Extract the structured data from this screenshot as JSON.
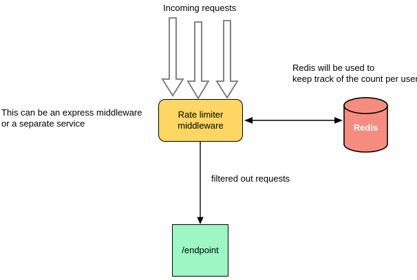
{
  "diagram": {
    "incoming_label": "Incoming requests",
    "left_note": {
      "line1": "This can be an express middleware",
      "line2": "or a separate service"
    },
    "right_note": {
      "line1": "Redis will be used to",
      "line2": "keep track of the count per user"
    },
    "rate_limiter": {
      "line1": "Rate limiter",
      "line2": "middleware",
      "fill": "#FDD663",
      "border": "#000000"
    },
    "redis": {
      "label": "Redis",
      "fill": "#F68C80",
      "border": "#000000"
    },
    "endpoint": {
      "label": "/endpoint",
      "fill": "#9CF7C5",
      "border": "#000000"
    },
    "filtered_label": "filtered out requests",
    "incoming_arrow_stroke": "#757575",
    "connector_color": "#000000"
  }
}
